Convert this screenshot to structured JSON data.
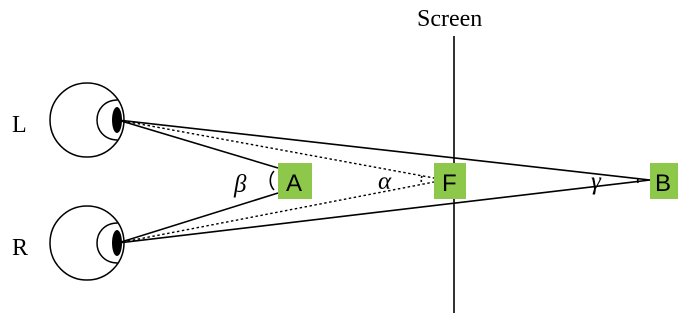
{
  "labels": {
    "screen": "Screen",
    "left_eye": "L",
    "right_eye": "R",
    "point_a": "A",
    "point_f": "F",
    "point_b": "B",
    "angle_beta": "β",
    "angle_alpha": "α",
    "angle_gamma": "γ"
  },
  "colors": {
    "point_box": "#8dc84b",
    "lines": "#000000"
  }
}
